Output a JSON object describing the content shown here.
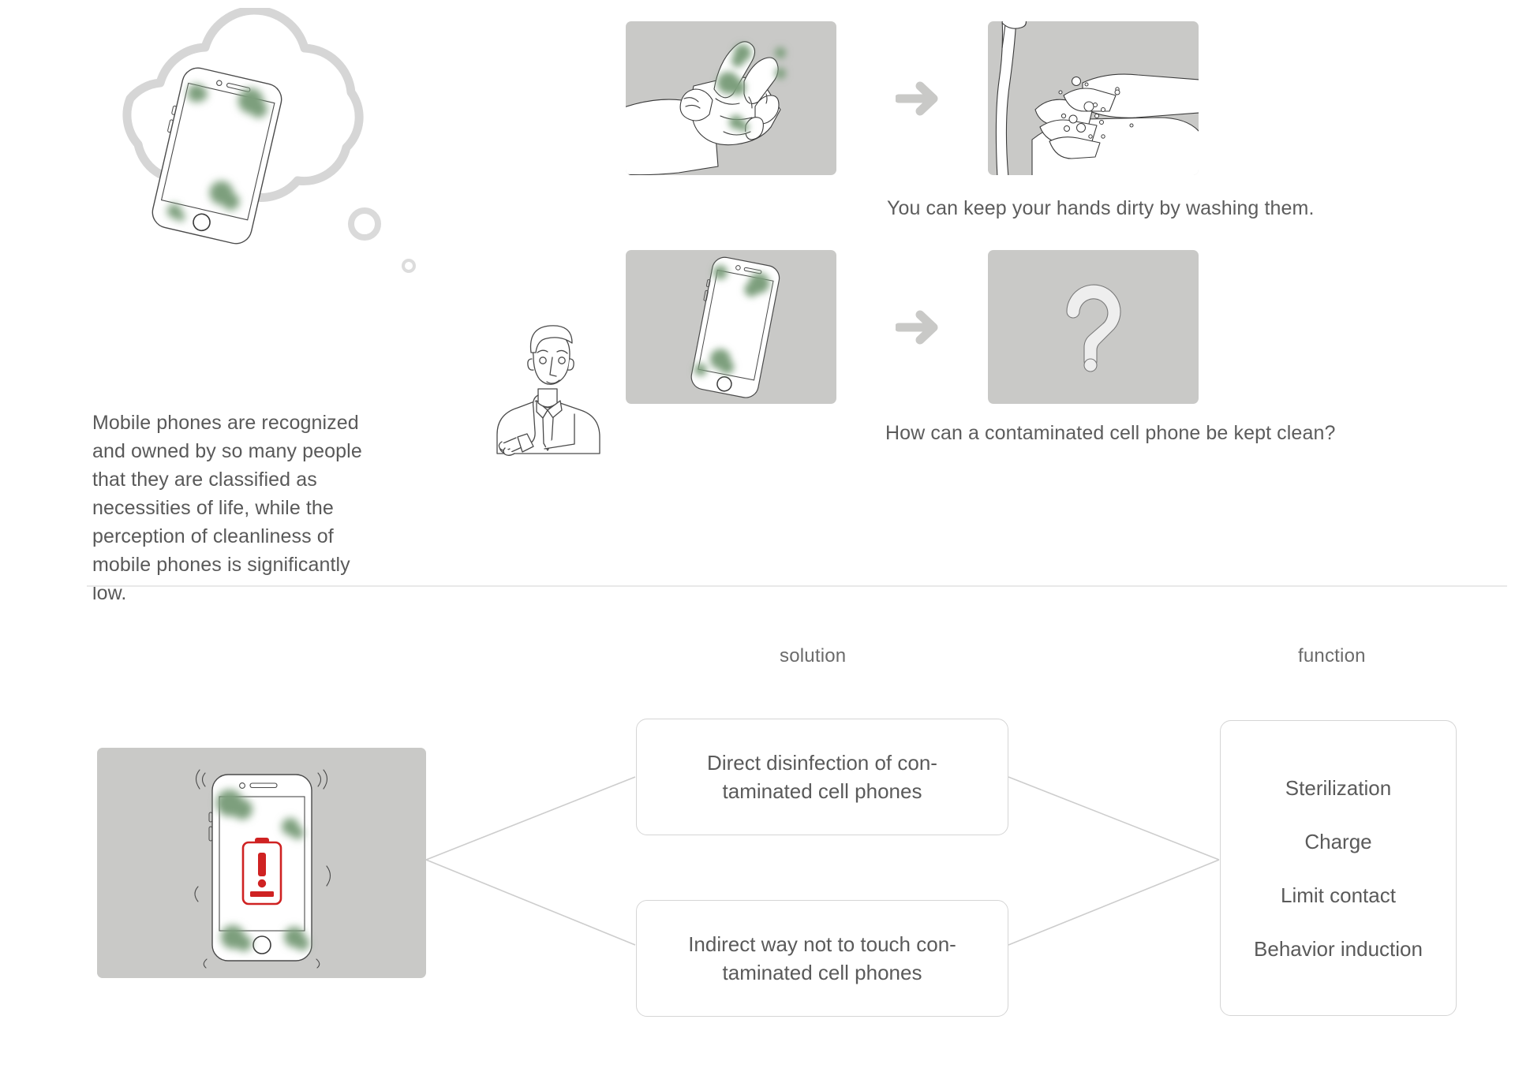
{
  "colors": {
    "panel_gray": "#c9c9c7",
    "germ_green": "#7d9f7d",
    "text_gray": "#5a5a5a",
    "line_gray": "#d5d5d5",
    "battery_red": "#cf2222",
    "thought_cloud": "#d6d6d6"
  },
  "intro": {
    "paragraph": "Mobile phones are recognized and owned by so many people that they are classified as necessities of life, while the perception of cleanliness of mobile phones is significantly low."
  },
  "sequences": [
    {
      "id": "hand-washing",
      "left_panel_label": "dirty-hand-illustration",
      "arrow_label": "arrow-right-icon",
      "right_panel_label": "hand-washing-illustration",
      "caption": "You can keep your hands dirty by washing them."
    },
    {
      "id": "phone-cleaning",
      "left_panel_label": "contaminated-phone-illustration",
      "arrow_label": "arrow-right-icon",
      "right_panel_label": "question-mark-illustration",
      "caption": "How can a contaminated cell phone be kept clean?"
    }
  ],
  "lower": {
    "column_headers": {
      "solution": "solution",
      "function": "function"
    },
    "source_panel_label": "vibrating-contaminated-phone-illustration",
    "solutions": [
      {
        "line1": "Direct disinfection of con-",
        "line2": "taminated cell phones"
      },
      {
        "line1": "Indirect way not to touch con-",
        "line2": "taminated cell phones"
      }
    ],
    "functions": [
      "Sterilization",
      "Charge",
      "Limit contact",
      "Behavior induction"
    ]
  }
}
